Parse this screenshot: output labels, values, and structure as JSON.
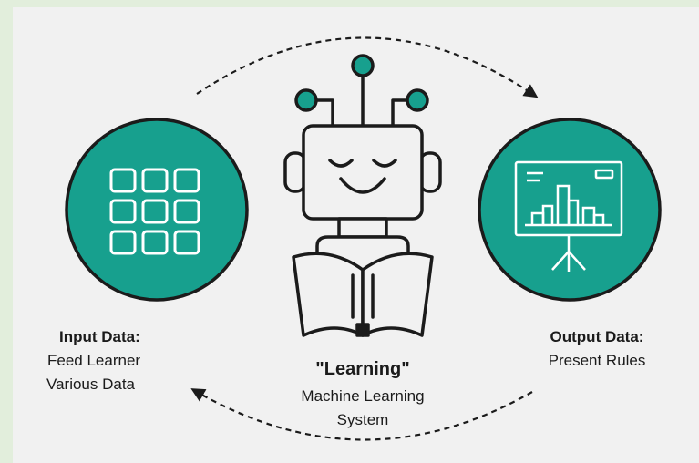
{
  "colors": {
    "page_border": "#e2eedc",
    "panel": "#f1f1f1",
    "teal": "#17a08e",
    "stroke": "#1b1b1b"
  },
  "icons": {
    "input_circle": "data-grid-icon",
    "output_circle": "presentation-chart-icon",
    "center": "robot-reading-book-icon"
  },
  "input": {
    "title": "Input Data:",
    "line1": "Feed Learner",
    "line2": "Various Data"
  },
  "learning": {
    "title": "\"Learning\"",
    "line1": "Machine Learning",
    "line2": "System"
  },
  "output": {
    "title": "Output Data:",
    "line1": "Present Rules"
  }
}
